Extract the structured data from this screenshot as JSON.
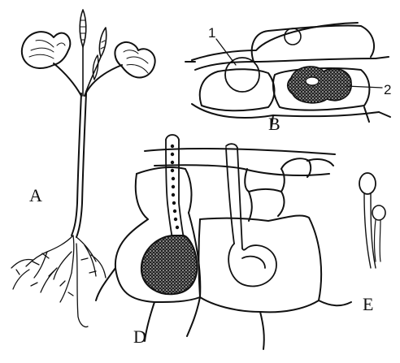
{
  "panels": {
    "seedling": {
      "letter": "A"
    },
    "cells_cross_section": {
      "letter": "B",
      "callouts": [
        "1",
        "2"
      ]
    },
    "infected_cells": {
      "letter": "D"
    },
    "spores": {
      "letter": "E"
    }
  }
}
